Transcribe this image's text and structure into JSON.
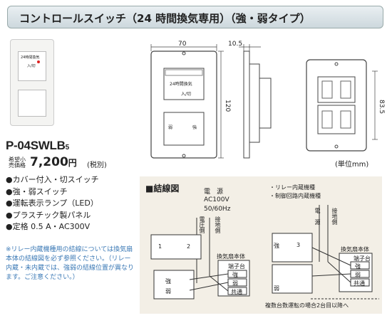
{
  "title": "コントロールスイッチ（24 時間換気専用）（強・弱タイプ）",
  "photo": {
    "label_24h": "24時間換気",
    "label_onoff": "入/切"
  },
  "product": {
    "model": "P-04SWLB",
    "model_suffix": "5",
    "price_label": "希望小売価格",
    "price": "7,200",
    "price_unit": "円",
    "price_tax": "(税別)"
  },
  "features": [
    "●カバー付入・切スイッチ",
    "●強・弱スイッチ",
    "●運転表示ランプ（LED）",
    "●プラスチック製パネル",
    "●定格 0.5 A・AC300V"
  ],
  "note": "※リレー内蔵機種用の結線については換気扇本体の結線図を必ず参照ください。（リレー内蔵・未内蔵では、強弱の結線位置が異なります。ご注意ください。）",
  "dimensions": {
    "width": "70",
    "depth": "10.5",
    "height": "120",
    "box_height": "83.5",
    "unit": "(単位mm)"
  },
  "front_view": {
    "label_24h": "24時間換気",
    "label_onoff": "入/切",
    "weak": "弱",
    "strong": "強"
  },
  "wiring": {
    "title": "■結線図",
    "power": "電　源",
    "voltage": "AC100V",
    "freq": "50/60Hz",
    "voltage_side": "電圧側",
    "ground_side": "接地側",
    "fan_body": "換気扇本体",
    "terminal": "端子台",
    "strong": "強",
    "weak": "弱",
    "common": "共通",
    "relay_models": "・リレー内蔵機種",
    "circuit_models": "・制御回路内蔵機種",
    "multi_note": "複数台数運転の場合2台目以降へ",
    "switch_nums": [
      "1",
      "2",
      "3"
    ]
  }
}
